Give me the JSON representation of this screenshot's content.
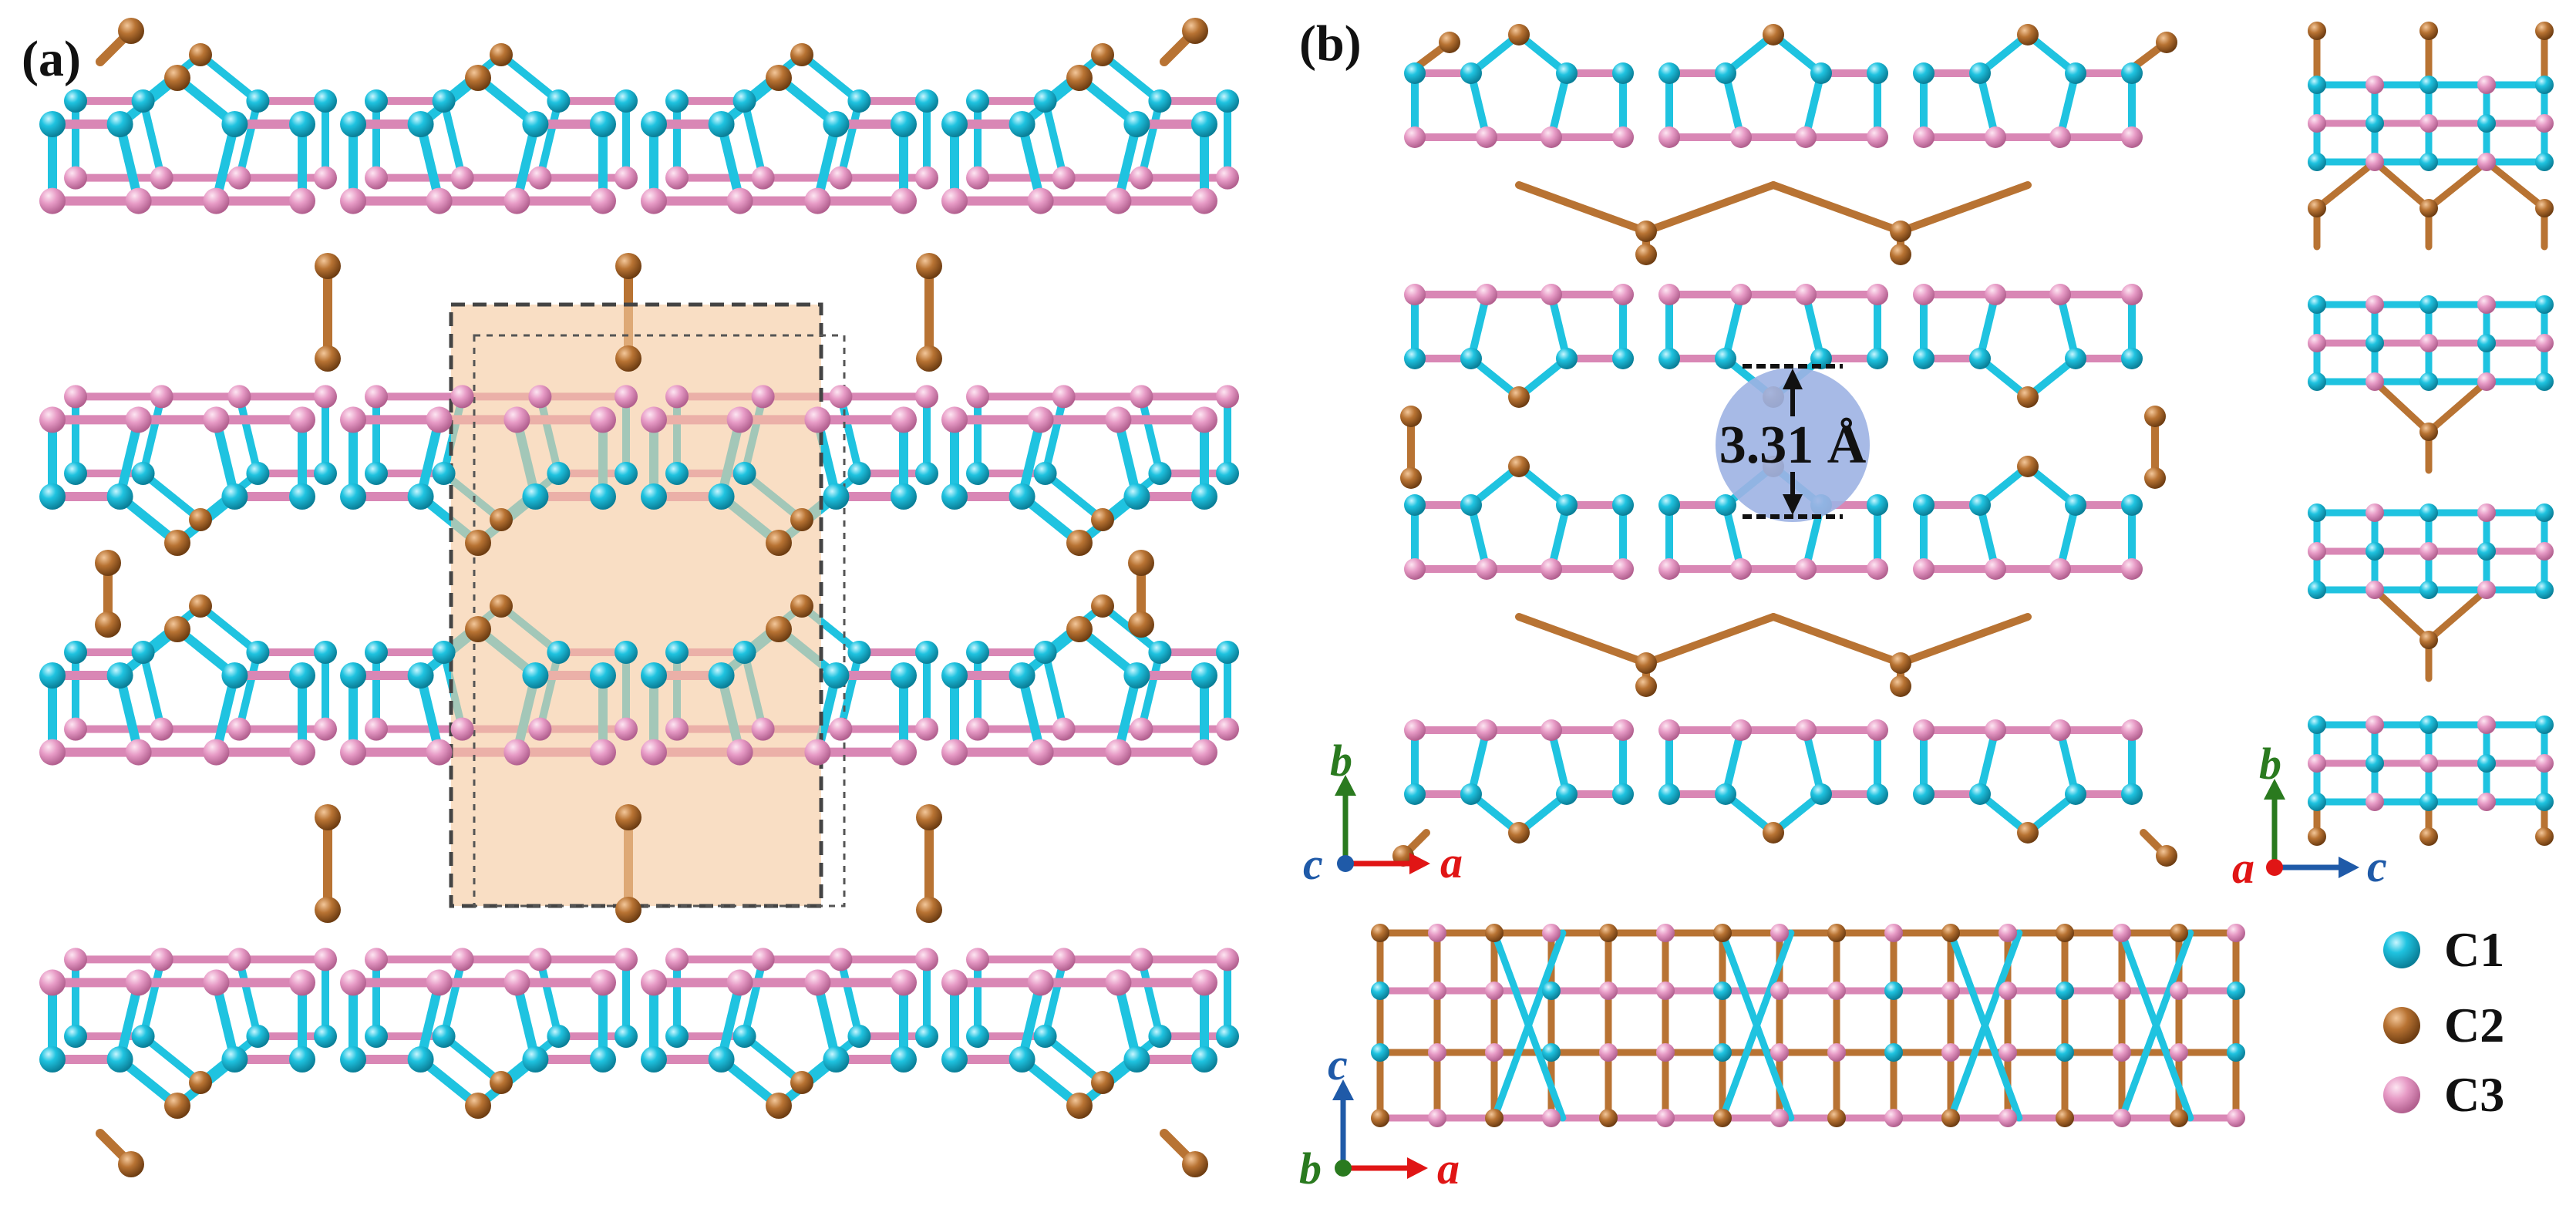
{
  "panel_labels": {
    "a": "(a)",
    "b": "(b)"
  },
  "pore": {
    "label": "3.31 Å"
  },
  "axes": {
    "top_view": {
      "origin": "c",
      "vertical": "b",
      "horizontal": "a"
    },
    "side_view": {
      "origin": "a",
      "vertical": "b",
      "horizontal": "c"
    },
    "bottom_view": {
      "origin": "b",
      "vertical": "c",
      "horizontal": "a"
    }
  },
  "legend": [
    {
      "label": "C1",
      "color": "#1fc3e0"
    },
    {
      "label": "C2",
      "color": "#b87333"
    },
    {
      "label": "C3",
      "color": "#e79bc6"
    }
  ],
  "colors": {
    "c1": "#1fc3e0",
    "c2": "#b87333",
    "c3": "#e79bc6",
    "bond_c3": "#d987b5",
    "cell": "#f6c9a0",
    "pore": "#9db3e3",
    "axis_a": "#e01515",
    "axis_b": "#2a7a1f",
    "axis_c": "#1f5aa8"
  }
}
